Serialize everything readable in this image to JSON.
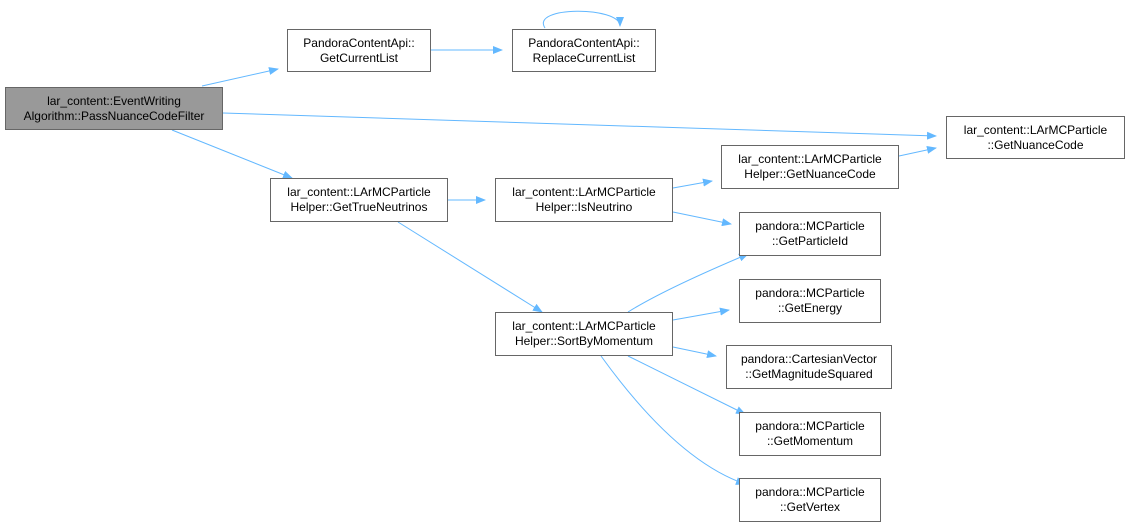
{
  "edge_color": "#63b8ff",
  "root_fill": "#999999",
  "nodes": [
    {
      "id": "root",
      "lines": [
        "lar_content::EventWriting",
        "Algorithm::PassNuanceCodeFilter"
      ],
      "kind": "root"
    },
    {
      "id": "getcurrentlist",
      "lines": [
        "PandoraContentApi::",
        "GetCurrentList"
      ]
    },
    {
      "id": "replacecurrentlist",
      "lines": [
        "PandoraContentApi::",
        "ReplaceCurrentList"
      ]
    },
    {
      "id": "getnuancecode-particle",
      "lines": [
        "lar_content::LArMCParticle",
        "::GetNuanceCode"
      ]
    },
    {
      "id": "gettrueneutrinos",
      "lines": [
        "lar_content::LArMCParticle",
        "Helper::GetTrueNeutrinos"
      ]
    },
    {
      "id": "isneutrino",
      "lines": [
        "lar_content::LArMCParticle",
        "Helper::IsNeutrino"
      ]
    },
    {
      "id": "getnuancecode-helper",
      "lines": [
        "lar_content::LArMCParticle",
        "Helper::GetNuanceCode"
      ]
    },
    {
      "id": "getparticleid",
      "lines": [
        "pandora::MCParticle",
        "::GetParticleId"
      ]
    },
    {
      "id": "sortbymomentum",
      "lines": [
        "lar_content::LArMCParticle",
        "Helper::SortByMomentum"
      ]
    },
    {
      "id": "getenergy",
      "lines": [
        "pandora::MCParticle",
        "::GetEnergy"
      ]
    },
    {
      "id": "getmagnitudesquared",
      "lines": [
        "pandora::CartesianVector",
        "::GetMagnitudeSquared"
      ]
    },
    {
      "id": "getmomentum",
      "lines": [
        "pandora::MCParticle",
        "::GetMomentum"
      ]
    },
    {
      "id": "getvertex",
      "lines": [
        "pandora::MCParticle",
        "::GetVertex"
      ]
    }
  ],
  "edges": [
    [
      "root",
      "getcurrentlist"
    ],
    [
      "getcurrentlist",
      "replacecurrentlist"
    ],
    [
      "replacecurrentlist",
      "replacecurrentlist"
    ],
    [
      "root",
      "getnuancecode-particle"
    ],
    [
      "root",
      "gettrueneutrinos"
    ],
    [
      "gettrueneutrinos",
      "isneutrino"
    ],
    [
      "gettrueneutrinos",
      "sortbymomentum"
    ],
    [
      "isneutrino",
      "getnuancecode-helper"
    ],
    [
      "isneutrino",
      "getparticleid"
    ],
    [
      "getnuancecode-helper",
      "getnuancecode-particle"
    ],
    [
      "sortbymomentum",
      "getparticleid"
    ],
    [
      "sortbymomentum",
      "getenergy"
    ],
    [
      "sortbymomentum",
      "getmagnitudesquared"
    ],
    [
      "sortbymomentum",
      "getmomentum"
    ],
    [
      "sortbymomentum",
      "getvertex"
    ]
  ]
}
